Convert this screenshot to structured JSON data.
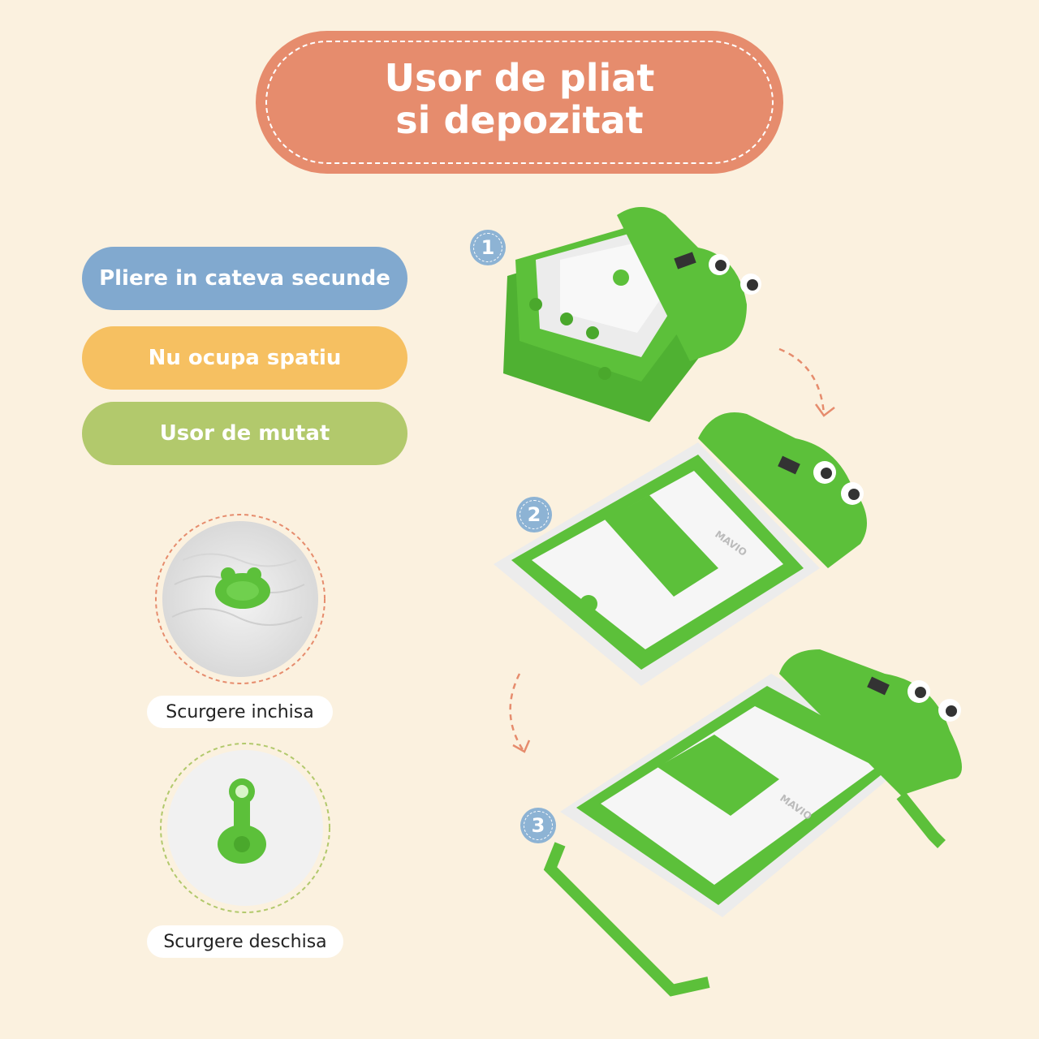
{
  "title": {
    "line1": "Usor de pliat",
    "line2": "si depozitat"
  },
  "features": [
    {
      "label": "Pliere in cateva secunde",
      "color": "#81a9cf"
    },
    {
      "label": "Nu ocupa spatiu",
      "color": "#f6c061"
    },
    {
      "label": "Usor de mutat",
      "color": "#b2c96c"
    }
  ],
  "drain": {
    "closed_label": "Scurgere inchisa",
    "open_label": "Scurgere deschisa"
  },
  "steps": [
    "1",
    "2",
    "3"
  ],
  "brand": "MAVIO",
  "colors": {
    "bg": "#fbf1df",
    "title": "#e68c6d",
    "green": "#5cc03a",
    "accent": "#8db3d4"
  }
}
